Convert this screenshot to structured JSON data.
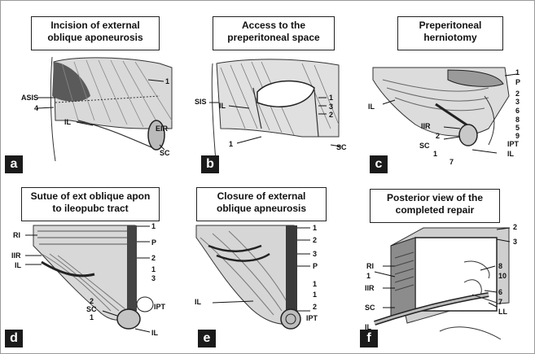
{
  "panels": [
    {
      "letter": "a",
      "title": [
        "Incision of external",
        "oblique aponeurosis"
      ],
      "labels": {
        "asis": "ASIS",
        "l4": "4",
        "l1": "1",
        "il": "IL",
        "eir": "EIR",
        "sc": "SC"
      }
    },
    {
      "letter": "b",
      "title": [
        "Access to the",
        "preperitoneal space"
      ],
      "labels": {
        "sis": "SIS",
        "l1a": "1",
        "l3": "3",
        "l2": "2",
        "il": "IL",
        "l1b": "1",
        "sc": "SC"
      }
    },
    {
      "letter": "c",
      "title": [
        "Preperitoneal",
        "herniotomy"
      ],
      "labels": {
        "l1": "1",
        "p": "P",
        "l2": "2",
        "l3": "3",
        "il": "IL",
        "l6": "6",
        "l8": "8",
        "iir": "IIR",
        "l5": "5",
        "l9": "9",
        "l2b": "2",
        "ipt": "IPT",
        "sc": "SC",
        "l1b": "1",
        "l7": "7",
        "il2": "IL"
      }
    },
    {
      "letter": "d",
      "title": [
        "Sutue of ext oblique apon",
        "to ileopubc tract"
      ],
      "labels": {
        "l1": "1",
        "ri": "RI",
        "p": "P",
        "iir": "IIR",
        "l2": "2",
        "il": "IL",
        "l1b": "1",
        "l3": "3",
        "l2b": "2",
        "sc": "SC",
        "ipt": "IPT",
        "l1c": "1",
        "il2": "IL"
      }
    },
    {
      "letter": "e",
      "title": [
        "Closure of external",
        "oblique apneurosis"
      ],
      "labels": {
        "l1": "1",
        "l2": "2",
        "l3": "3",
        "p": "P",
        "il": "IL",
        "l1b": "1",
        "l1c": "1",
        "l2b": "2",
        "ipt": "IPT"
      }
    },
    {
      "letter": "f",
      "title": [
        "Posterior view of the",
        "completed repair"
      ],
      "labels": {
        "l2": "2",
        "l3": "3",
        "ri": "RI",
        "l1": "1",
        "iir": "IIR",
        "sc": "SC",
        "il": "IL",
        "l8": "8",
        "l10": "10",
        "l6": "6",
        "l7": "7",
        "ll": "LL"
      }
    }
  ]
}
